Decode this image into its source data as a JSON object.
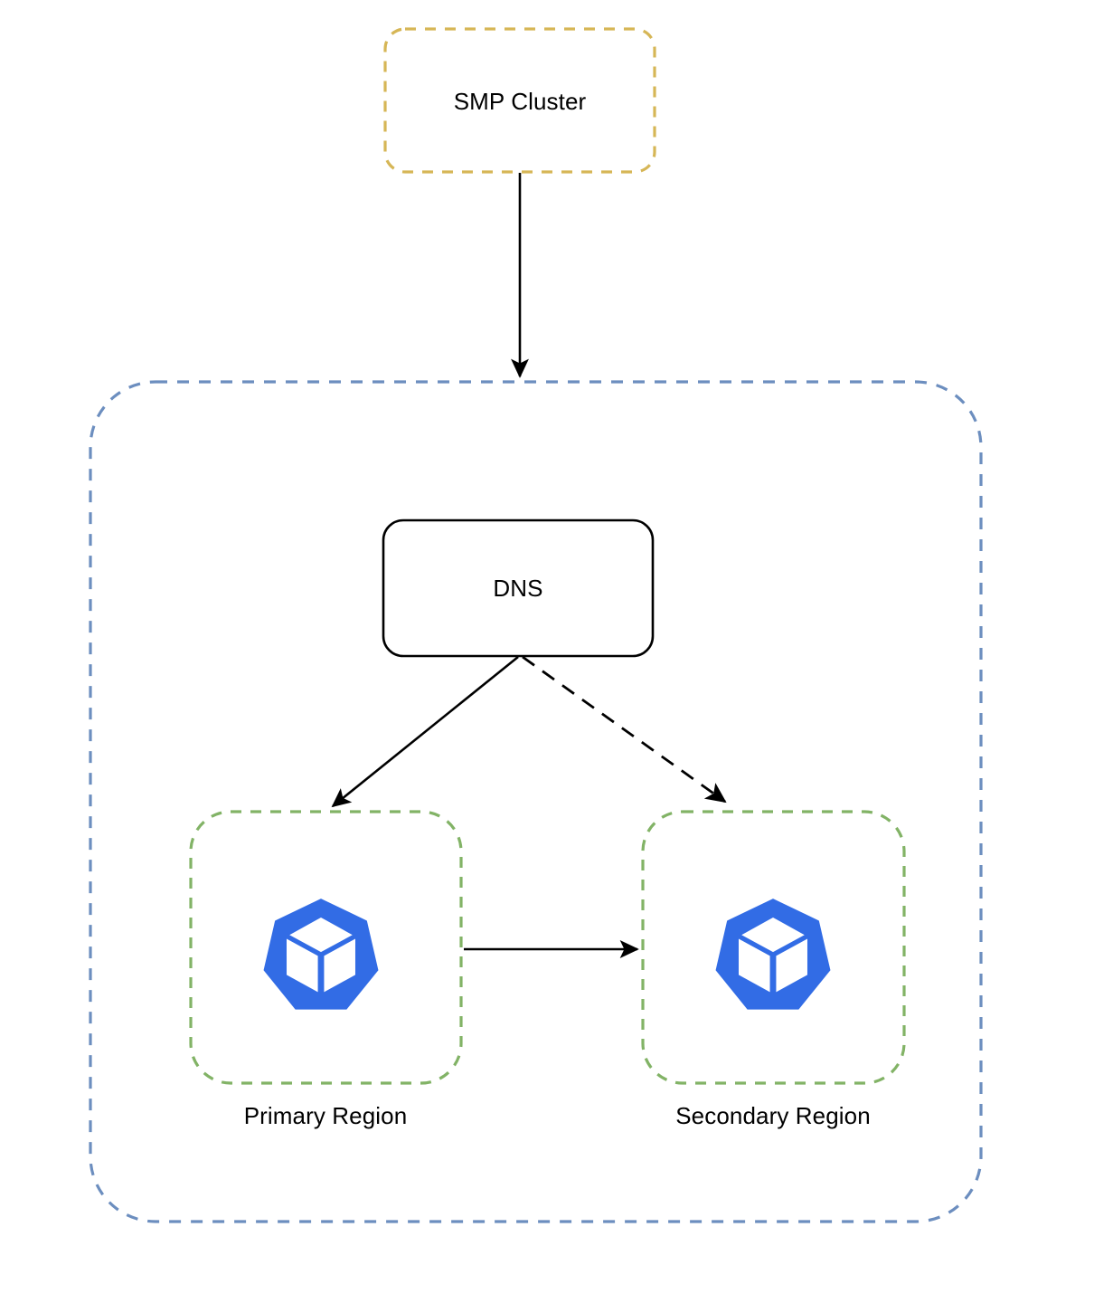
{
  "diagram": {
    "type": "architecture-diagram",
    "title_visible": false,
    "background": "#ffffff"
  },
  "nodes": {
    "smp_cluster": {
      "label": "SMP Cluster",
      "shape": "rounded-rectangle",
      "border_style": "dashed",
      "border_color": "#d6b656",
      "fill": "#ffffff"
    },
    "cloud_container": {
      "label": "",
      "shape": "rounded-rectangle",
      "border_style": "dashed",
      "border_color": "#6c8ebf",
      "fill": "#ffffff"
    },
    "dns": {
      "label": "DNS",
      "shape": "rounded-rectangle",
      "border_style": "solid",
      "border_color": "#000000",
      "fill": "#ffffff"
    },
    "primary_region": {
      "label": "Primary Region",
      "shape": "rounded-rectangle",
      "border_style": "dashed",
      "border_color": "#82b366",
      "fill": "#ffffff",
      "icon": "kubernetes-icon",
      "icon_color": "#326ce5"
    },
    "secondary_region": {
      "label": "Secondary Region",
      "shape": "rounded-rectangle",
      "border_style": "dashed",
      "border_color": "#82b366",
      "fill": "#ffffff",
      "icon": "kubernetes-icon",
      "icon_color": "#326ce5"
    }
  },
  "edges": [
    {
      "id": "smp-to-cloud",
      "from": "smp_cluster",
      "to": "cloud_container",
      "style": "solid",
      "arrowhead": "filled-triangle",
      "color": "#000000",
      "label": ""
    },
    {
      "id": "dns-to-primary",
      "from": "dns",
      "to": "primary_region",
      "style": "solid",
      "arrowhead": "filled-triangle",
      "color": "#000000",
      "label": ""
    },
    {
      "id": "dns-to-secondary",
      "from": "dns",
      "to": "secondary_region",
      "style": "dashed",
      "arrowhead": "filled-triangle",
      "color": "#000000",
      "label": ""
    },
    {
      "id": "primary-to-secondary",
      "from": "primary_region",
      "to": "secondary_region",
      "style": "solid",
      "arrowhead": "filled-triangle",
      "color": "#000000",
      "label": ""
    }
  ],
  "colors": {
    "gold_dashed": "#d6b656",
    "blue_dashed": "#6c8ebf",
    "green_dashed": "#82b366",
    "edge_black": "#000000",
    "kubernetes_blue": "#326ce5",
    "canvas_white": "#ffffff"
  }
}
